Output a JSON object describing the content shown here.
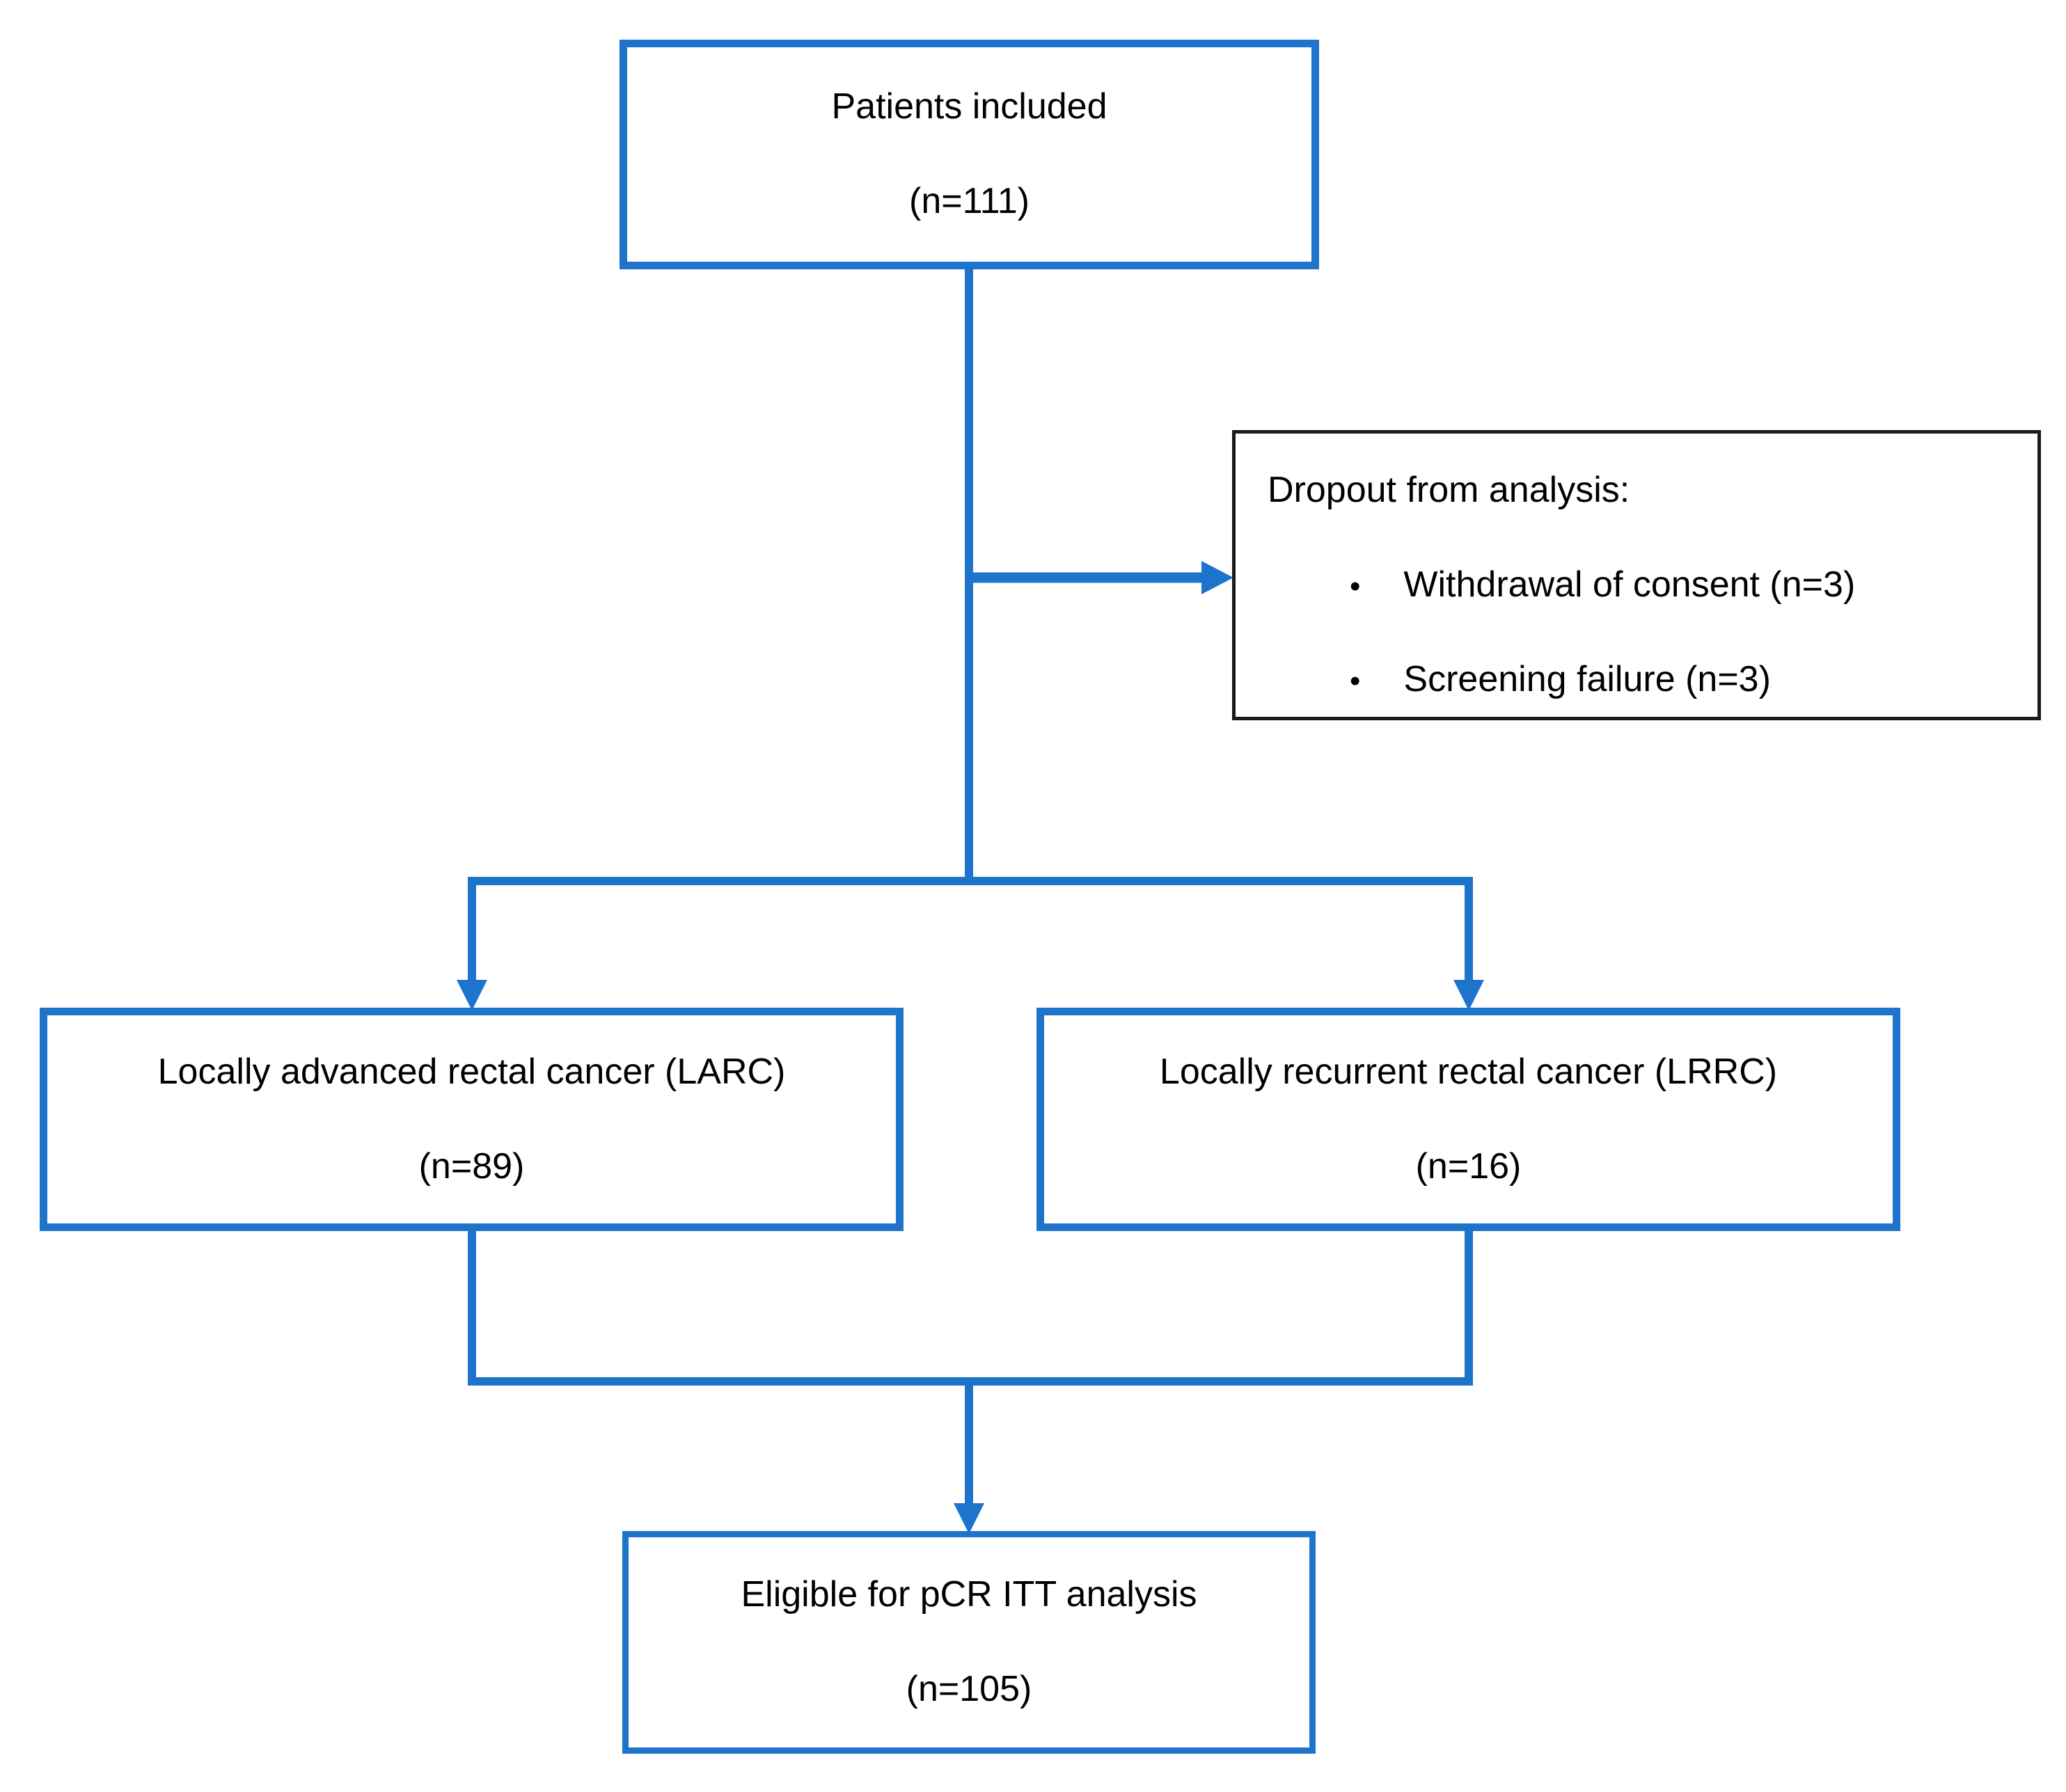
{
  "diagram": {
    "kind": "patient-flow-chart",
    "nodes": {
      "patients": {
        "label": "Patients included",
        "n": "(n=111)"
      },
      "dropout": {
        "title": "Dropout from analysis:",
        "bullets": [
          {
            "marker": "•",
            "text": "Withdrawal of consent (n=3)"
          },
          {
            "marker": "•",
            "text": "Screening failure (n=3)"
          }
        ]
      },
      "larc": {
        "label": "Locally advanced rectal cancer (LARC)",
        "n": "(n=89)"
      },
      "lrrc": {
        "label": "Locally recurrent rectal cancer (LRRC)",
        "n": "(n=16)"
      },
      "eligible": {
        "label": "Eligible for pCR ITT analysis",
        "n": "(n=105)"
      }
    },
    "colors": {
      "accent_blue": "#1E74CB",
      "border_black": "#1A1A1A",
      "text": "#000000",
      "background": "#FFFFFF"
    }
  }
}
